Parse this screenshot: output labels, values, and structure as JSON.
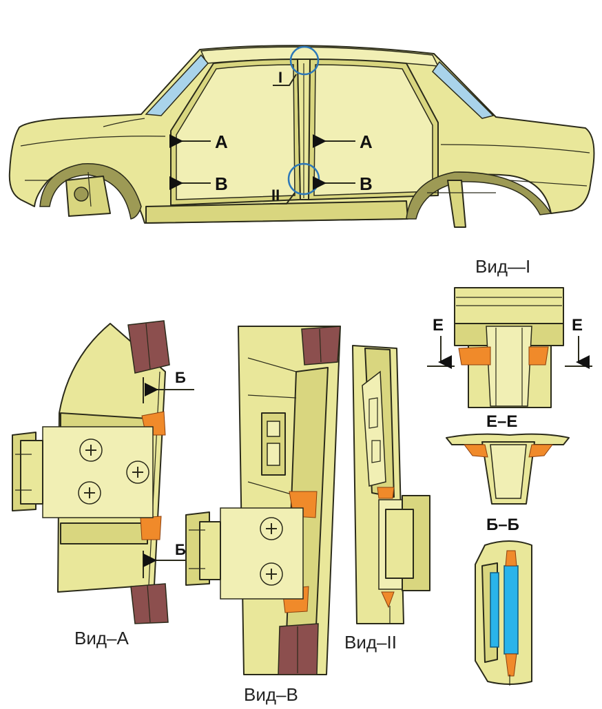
{
  "car": {
    "callouts": {
      "I": "I",
      "II": "II",
      "A_front": "A",
      "A_rear": "A",
      "B_front": "B",
      "B_rear": "B"
    }
  },
  "views": {
    "view_I_title": "Вид—I",
    "e_left": "E",
    "e_right": "E",
    "section_EE": "E–E",
    "section_BB": "Б–Б",
    "b_top": "Б",
    "b_bottom": "Б",
    "view_A_title": "Вид–A",
    "view_B_title": "Вид–B",
    "view_II_title": "Вид–II"
  },
  "colors": {
    "body": "#e9e79a",
    "seal": "#8c4f4e",
    "weld": "#f08a2a",
    "glass": "#a9d3ea",
    "circle": "#2c77b8",
    "spacer": "#2ab4ea"
  }
}
